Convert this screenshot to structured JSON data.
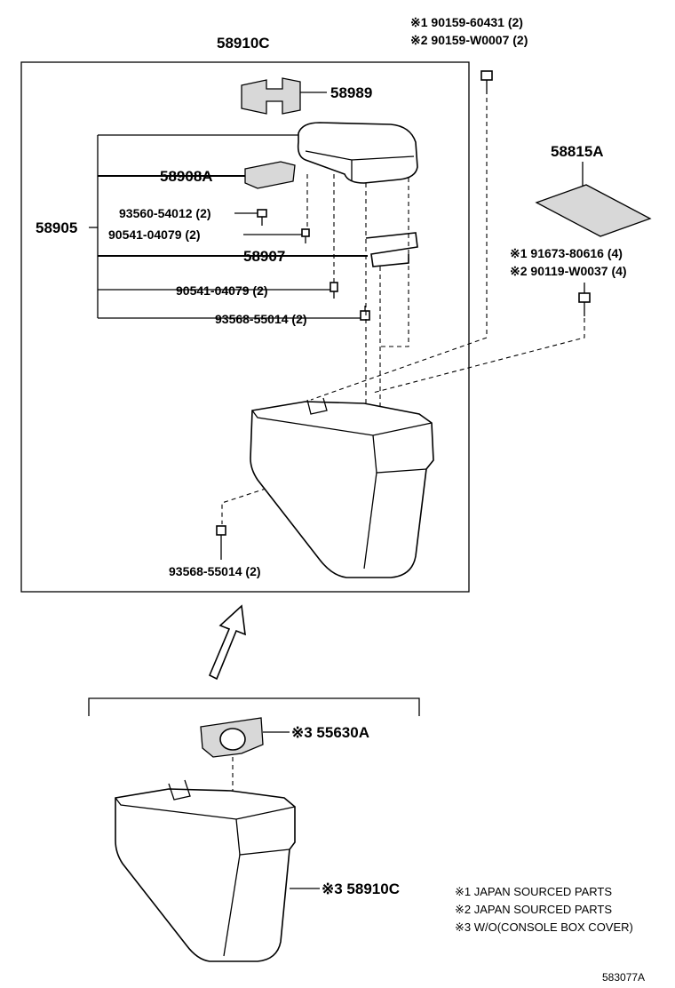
{
  "labels": {
    "group_58910C_top": "58910C",
    "p58989": "58989",
    "p58908A": "58908A",
    "p58905": "58905",
    "p93560": "93560-54012 (2)",
    "p90541a": "90541-04079 (2)",
    "p58907": "58907",
    "p90541b": "90541-04079 (2)",
    "p93568a": "93568-55014 (2)",
    "p93568b": "93568-55014 (2)",
    "p90159a": "※1 90159-60431 (2)",
    "p90159b": "※2 90159-W0007 (2)",
    "p58815A": "58815A",
    "p91673": "※1 91673-80616 (4)",
    "p90119": "※2 90119-W0037 (4)",
    "p55630A": "※3 55630A",
    "p58910C_bottom": "※3 58910C"
  },
  "notes": [
    "※1 JAPAN SOURCED PARTS",
    "※2 JAPAN SOURCED PARTS",
    "※3 W/O(CONSOLE BOX COVER)"
  ],
  "diagram_id": "583077A"
}
